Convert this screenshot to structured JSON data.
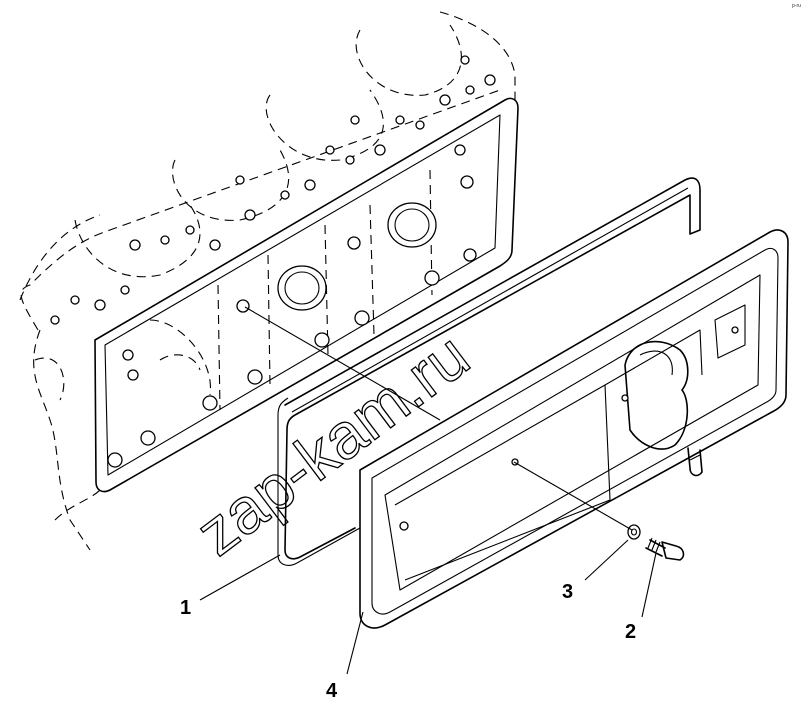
{
  "diagram": {
    "callouts": [
      {
        "id": "part-1",
        "label": "1"
      },
      {
        "id": "part-2",
        "label": "2"
      },
      {
        "id": "part-3",
        "label": "3"
      },
      {
        "id": "part-4",
        "label": "4"
      }
    ],
    "watermark": "zap-kam.ru",
    "corner_mark": "p-ru"
  }
}
